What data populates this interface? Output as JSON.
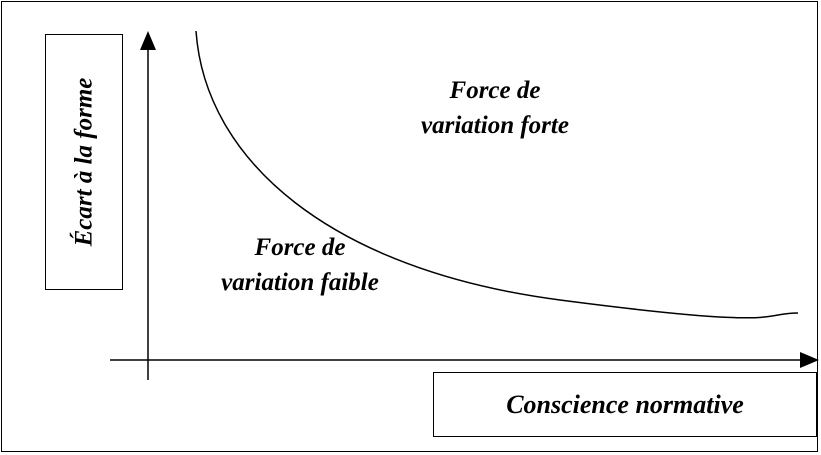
{
  "diagram": {
    "y_axis_label": "Écart à la forme",
    "x_axis_label": "Conscience normative",
    "region_above_curve": [
      "Force de",
      "variation forte"
    ],
    "region_below_curve": [
      "Force de",
      "variation faible"
    ],
    "line_color": "#000000",
    "background_color": "#ffffff"
  }
}
